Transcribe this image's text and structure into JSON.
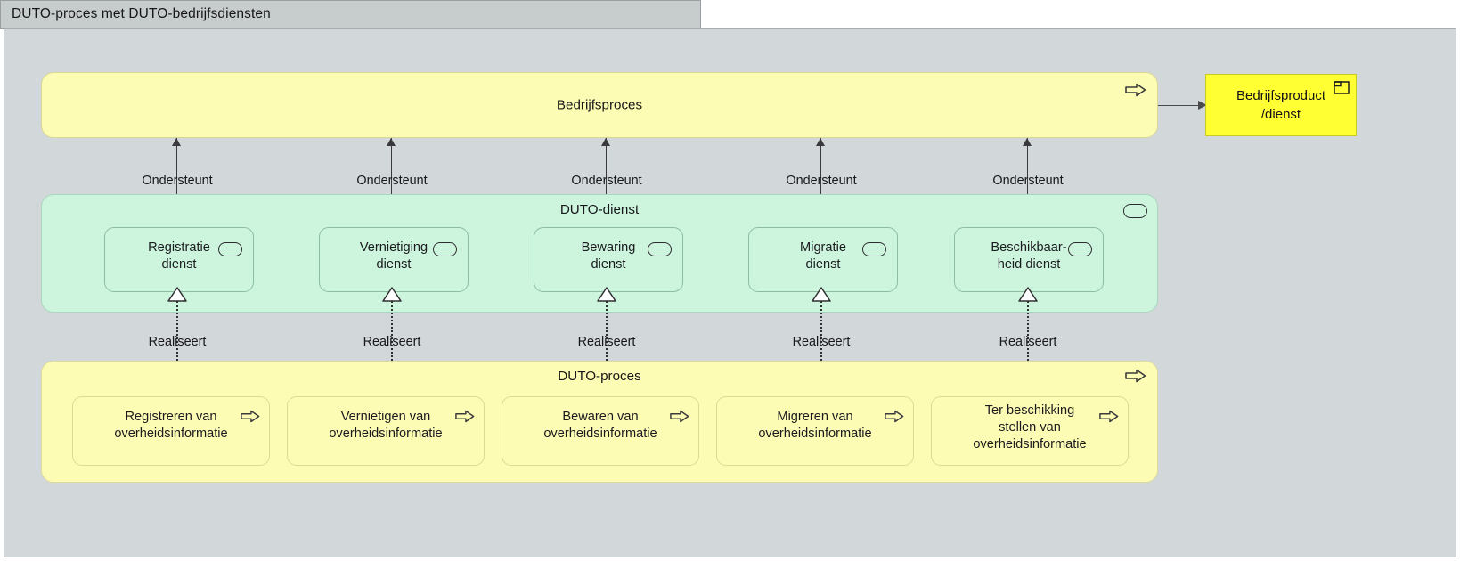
{
  "window": {
    "title": "DUTO-proces met DUTO-bedrijfsdiensten"
  },
  "colors": {
    "canvas_bg": "#d2d7d9",
    "titlebar_bg": "#c7cccd",
    "process_yellow": "#fdfcb4",
    "product_yellow": "#ffff33",
    "service_mint": "#cdf5de",
    "line": "#3a3a3c"
  },
  "business_layer": {
    "process_band": {
      "label": "Bedrijfsproces",
      "icon": "process-arrow-icon"
    },
    "product": {
      "label": "Bedrijfsproduct\n/dienst",
      "icon": "product-icon"
    }
  },
  "service_group": {
    "label": "DUTO-dienst",
    "icon": "service-pill-icon",
    "items": [
      {
        "label": "Registratie\ndienst",
        "icon": "service-pill-icon"
      },
      {
        "label": "Vernietiging\ndienst",
        "icon": "service-pill-icon"
      },
      {
        "label": "Bewaring\ndienst",
        "icon": "service-pill-icon"
      },
      {
        "label": "Migratie\ndienst",
        "icon": "service-pill-icon"
      },
      {
        "label": "Beschikbaar-\nheid dienst",
        "icon": "service-pill-icon"
      }
    ]
  },
  "process_group": {
    "label": "DUTO-proces",
    "icon": "process-arrow-icon",
    "items": [
      {
        "label": "Registreren van\noverheidsinformatie",
        "icon": "process-arrow-icon"
      },
      {
        "label": "Vernietigen van\noverheidsinformatie",
        "icon": "process-arrow-icon"
      },
      {
        "label": "Bewaren van\noverheidsinformatie",
        "icon": "process-arrow-icon"
      },
      {
        "label": "Migreren van\noverheidsinformatie",
        "icon": "process-arrow-icon"
      },
      {
        "label": "Ter beschikking\nstellen van\noverheidsinformatie",
        "icon": "process-arrow-icon"
      }
    ]
  },
  "relations": {
    "serving": [
      {
        "label": "Ondersteunt"
      },
      {
        "label": "Ondersteunt"
      },
      {
        "label": "Ondersteunt"
      },
      {
        "label": "Ondersteunt"
      },
      {
        "label": "Ondersteunt"
      }
    ],
    "realization": [
      {
        "label": "Realiseert"
      },
      {
        "label": "Realiseert"
      },
      {
        "label": "Realiseert"
      },
      {
        "label": "Realiseert"
      },
      {
        "label": "Realiseert"
      }
    ]
  }
}
